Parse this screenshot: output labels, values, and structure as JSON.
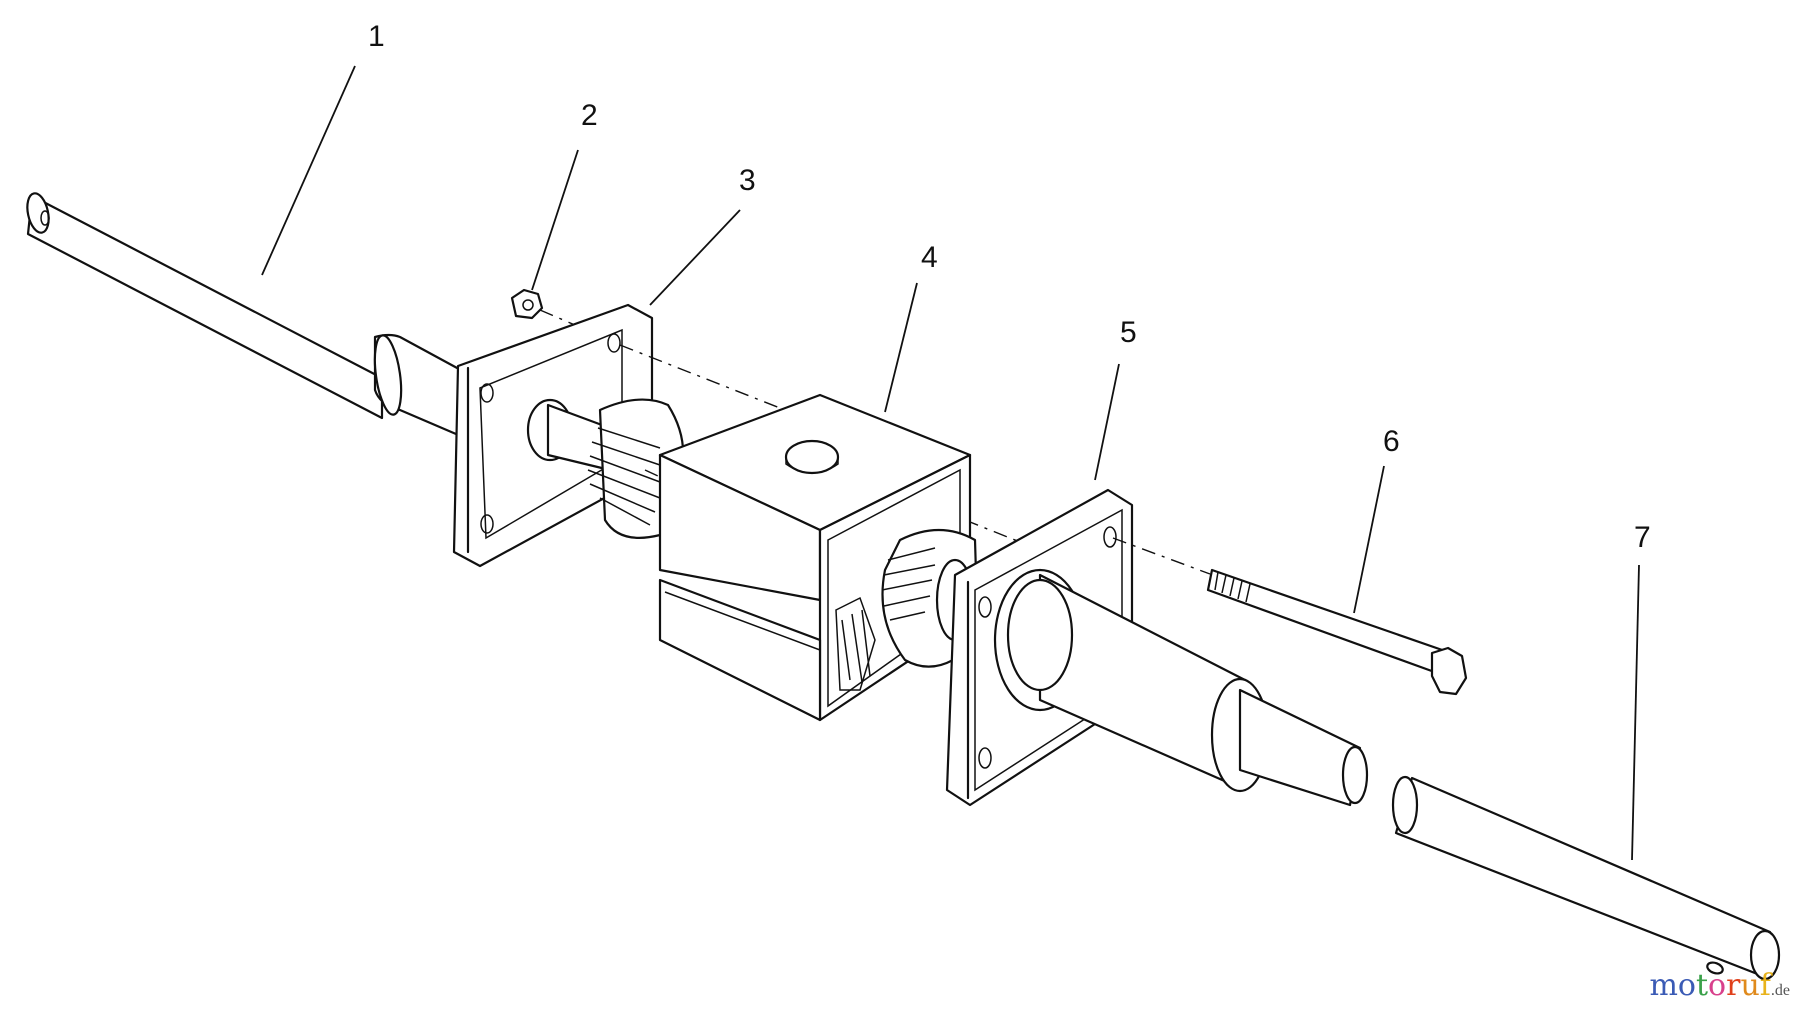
{
  "diagram": {
    "type": "exploded-parts-view",
    "callouts": [
      {
        "id": "1",
        "label": "1",
        "part": "input-shaft"
      },
      {
        "id": "2",
        "label": "2",
        "part": "lock-nut"
      },
      {
        "id": "3",
        "label": "3",
        "part": "gasket-plate"
      },
      {
        "id": "4",
        "label": "4",
        "part": "gear-housing"
      },
      {
        "id": "5",
        "label": "5",
        "part": "flange-bearing-housing"
      },
      {
        "id": "6",
        "label": "6",
        "part": "bolt"
      },
      {
        "id": "7",
        "label": "7",
        "part": "output-shaft"
      }
    ]
  },
  "watermark": {
    "letters": [
      "m",
      "o",
      "t",
      "o",
      "r",
      "u",
      "f"
    ],
    "colors": [
      "#3b5bb5",
      "#3b5bb5",
      "#3aa14a",
      "#d8418c",
      "#e0401c",
      "#e08a1c",
      "#e8b31c"
    ],
    "tld": ".de"
  }
}
